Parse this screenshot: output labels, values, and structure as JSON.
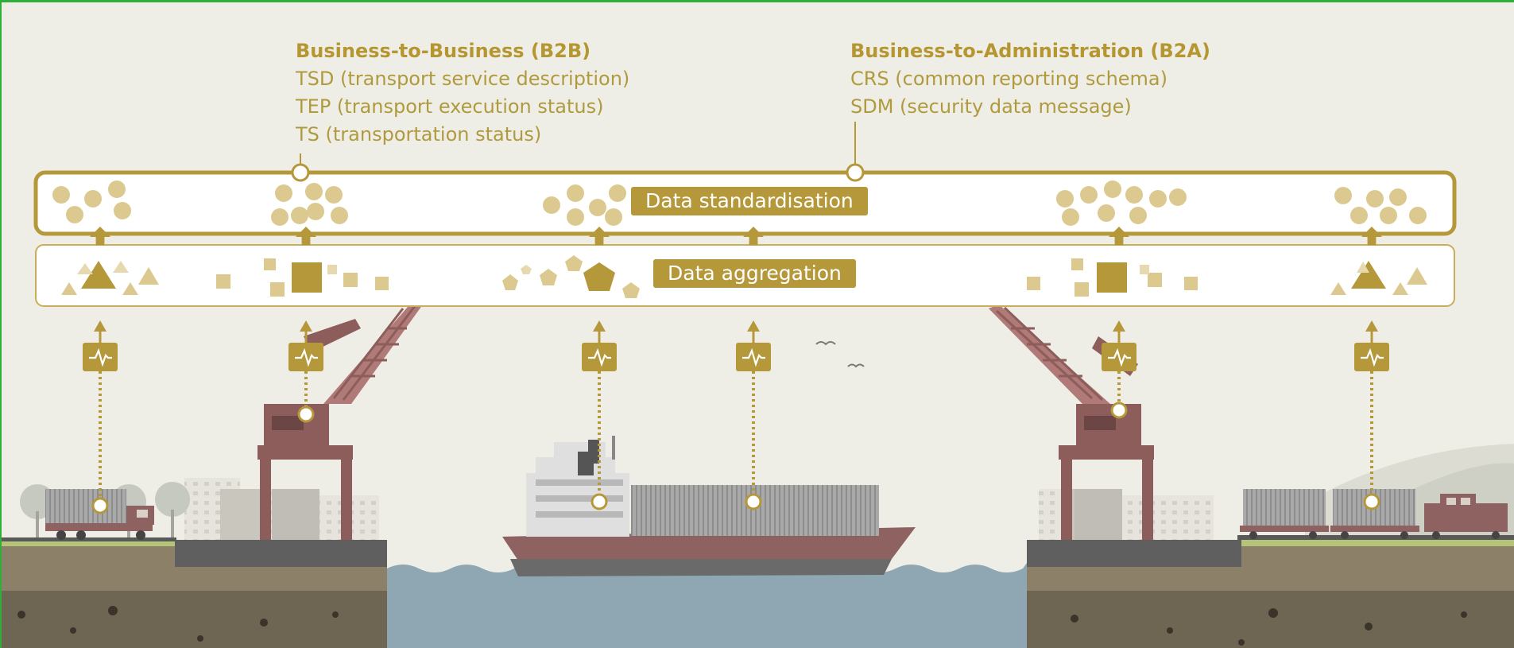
{
  "b2b": {
    "heading": "Business-to-Business (B2B)",
    "items": [
      "TSD (transport service description)",
      "TEP (transport execution status)",
      "TS (transportation status)"
    ]
  },
  "b2a": {
    "heading": "Business-to-Administration (B2A)",
    "items": [
      "CRS (common reporting schema)",
      "SDM (security data message)"
    ]
  },
  "layers": {
    "standardisation": "Data standardisation",
    "aggregation": "Data aggregation"
  },
  "colors": {
    "gold": "#b5983a",
    "gold_light": "#dcc98f",
    "crane": "#8c5d5a",
    "ship_hull": "#8f6262",
    "water": "#8fa7b3",
    "ground": "#8c8168",
    "grass": "#b6c47a",
    "sky": "#efeee6"
  },
  "icons": {
    "sensor": "pulse-sensor-icon",
    "arrow": "arrow-up-icon"
  }
}
